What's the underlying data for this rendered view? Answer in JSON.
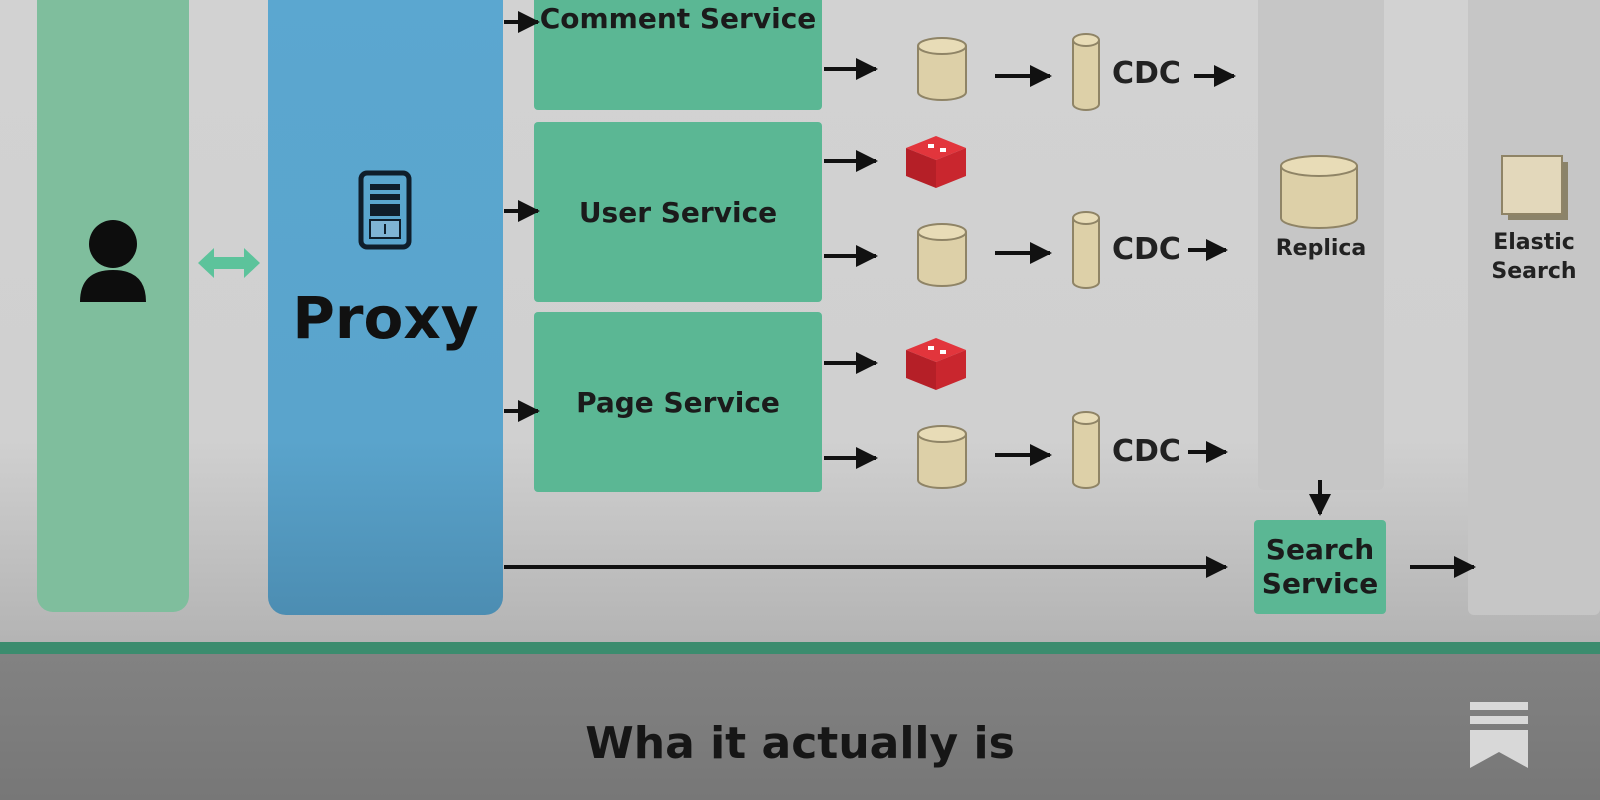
{
  "diagram": {
    "proxy_label": "Proxy",
    "services": [
      "Comment Service",
      "User Service",
      "Page Service"
    ],
    "cdc_labels": [
      "CDC",
      "CDC",
      "CDC"
    ],
    "replica_label": "Replica",
    "elastic_label_line1": "Elastic",
    "elastic_label_line2": "Search",
    "search_service_line1": "Search",
    "search_service_line2": "Service"
  },
  "caption": "Wha it actually is",
  "colors": {
    "service_green": "#5bb794",
    "user_green": "#7fbe9d",
    "proxy_blue": "#5ba7d0",
    "redis_red": "#c62128",
    "db_beige": "#ddd0a8",
    "accent_line": "#3b8c6e"
  },
  "icons": [
    "user-icon",
    "bidirectional-arrow-icon",
    "server-icon",
    "redis-icon",
    "database-icon",
    "bookmark-icon"
  ]
}
